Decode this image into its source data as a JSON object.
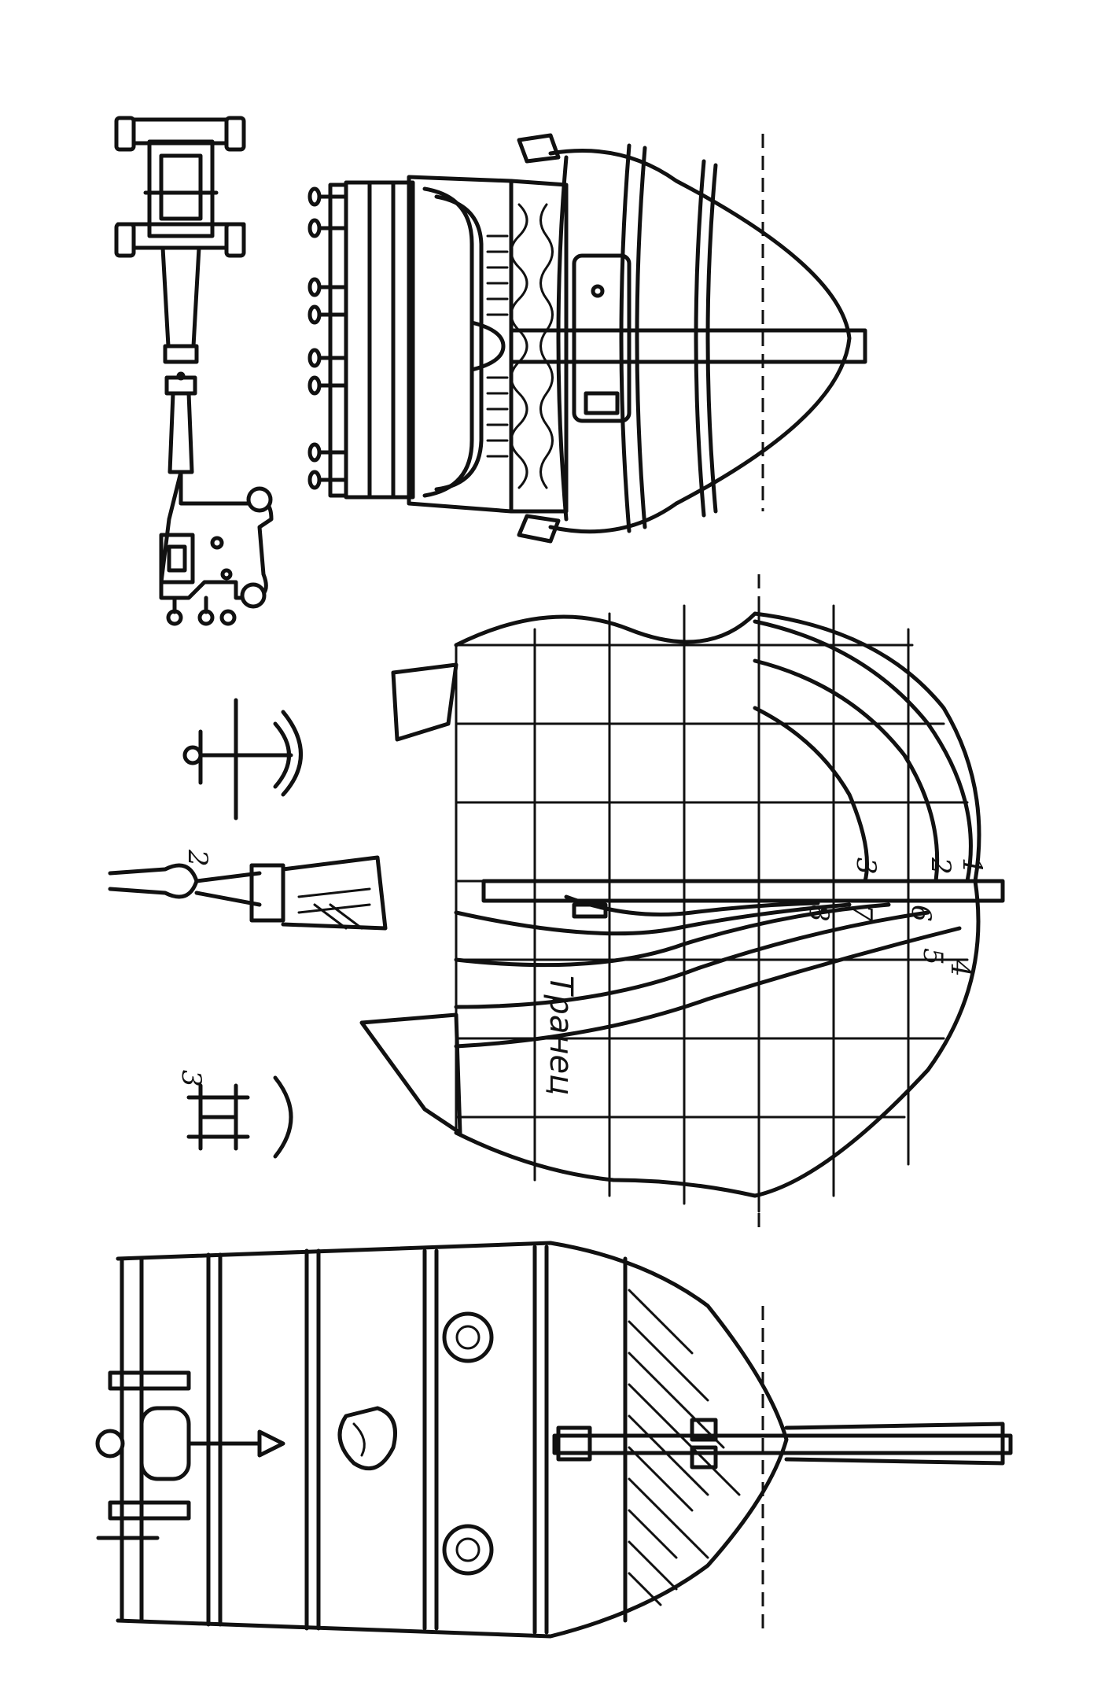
{
  "labels": {
    "transom": "Транец",
    "frames": [
      "1",
      "2",
      "3",
      "4",
      "5",
      "6",
      "7",
      "8"
    ],
    "detail_2": "2",
    "detail_3": "3"
  }
}
